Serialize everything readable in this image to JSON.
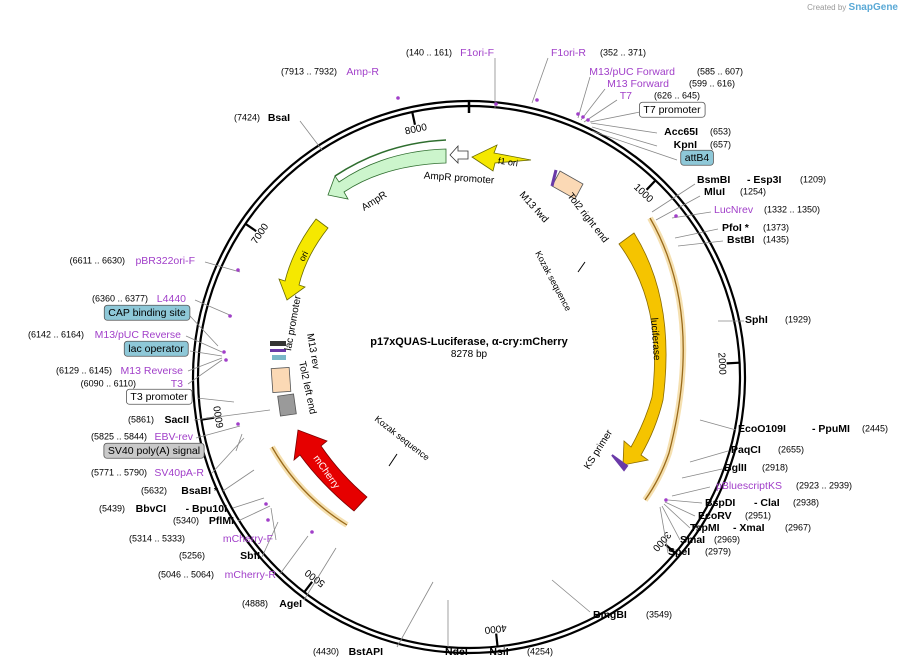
{
  "brand": {
    "prefix": "Created by",
    "name": "SnapGene"
  },
  "plasmid": {
    "name": "p17xQUAS-Luciferase, α-cry:mCherry",
    "size": "8278 bp",
    "length_bp": 8278
  },
  "colors": {
    "f1ori": "#f5e800",
    "ampr": "#ccf5cc",
    "ori": "#f5e800",
    "luciferase": "#f5c400",
    "mcherry": "#e60000",
    "feature_label": "#cc33cc",
    "highlight_box": "#8ec8d8",
    "grey_box": "#c9c9c9"
  },
  "ticks": [
    {
      "pos": 1000,
      "label": "1000"
    },
    {
      "pos": 2000,
      "label": "2000"
    },
    {
      "pos": 3000,
      "label": "3000"
    },
    {
      "pos": 4000,
      "label": "4000"
    },
    {
      "pos": 5000,
      "label": "5000"
    },
    {
      "pos": 6000,
      "label": "6000"
    },
    {
      "pos": 7000,
      "label": "7000"
    },
    {
      "pos": 8000,
      "label": "8000"
    }
  ],
  "features": {
    "f1ori": "f1 ori",
    "ampr_promoter": "AmpR promoter",
    "ampr": "AmpR",
    "ori": "ori",
    "tol2_right": "Tol2 right end",
    "m13_fwd": "M13 fwd",
    "kozak1": "Kozak sequence",
    "luciferase": "luciferase",
    "ks_primer": "KS primer",
    "mcherry": "mCherry",
    "kozak2": "Kozak sequence",
    "lac_promoter": "lac promoter",
    "m13_rev": "M13 rev",
    "tol2_left": "Tol2 left end"
  },
  "labels": [
    {
      "name": "(140 .. 161)",
      "kind": "coord"
    },
    {
      "name": "F1ori-F",
      "kind": "primer"
    },
    {
      "name": "F1ori-R",
      "kind": "primer"
    },
    {
      "name": "(352 .. 371)",
      "kind": "coord"
    },
    {
      "name": "(7913 .. 7932)",
      "kind": "coord"
    },
    {
      "name": "Amp-R",
      "kind": "primer"
    },
    {
      "name": "M13/pUC Forward",
      "kind": "primer"
    },
    {
      "name": "(585 .. 607)",
      "kind": "coord"
    },
    {
      "name": "M13 Forward",
      "kind": "primer"
    },
    {
      "name": "(599 .. 616)",
      "kind": "coord"
    },
    {
      "name": "T7",
      "kind": "primer"
    },
    {
      "name": "(626 .. 645)",
      "kind": "coord"
    },
    {
      "name": "T7 promoter",
      "kind": "boxwhite"
    },
    {
      "name": "Acc65I",
      "kind": "enzyme"
    },
    {
      "name": "(653)",
      "kind": "coord"
    },
    {
      "name": "KpnI",
      "kind": "enzyme"
    },
    {
      "name": "(657)",
      "kind": "coord"
    },
    {
      "name": "attB4",
      "kind": "boxblue"
    },
    {
      "name": "(7424)",
      "kind": "coord"
    },
    {
      "name": "BsaI",
      "kind": "enzyme"
    },
    {
      "name": "BsmBI",
      "kind": "enzyme"
    },
    {
      "name": "- Esp3I",
      "kind": "enzyme"
    },
    {
      "name": "(1209)",
      "kind": "coord"
    },
    {
      "name": "MluI",
      "kind": "enzyme"
    },
    {
      "name": "(1254)",
      "kind": "coord"
    },
    {
      "name": "LucNrev",
      "kind": "primer"
    },
    {
      "name": "(1332 .. 1350)",
      "kind": "coord"
    },
    {
      "name": "PfoI *",
      "kind": "enzyme"
    },
    {
      "name": "(1373)",
      "kind": "coord"
    },
    {
      "name": "BstBI",
      "kind": "enzyme"
    },
    {
      "name": "(1435)",
      "kind": "coord"
    },
    {
      "name": "(6611 .. 6630)",
      "kind": "coord"
    },
    {
      "name": "pBR322ori-F",
      "kind": "primer"
    },
    {
      "name": "SphI",
      "kind": "enzyme"
    },
    {
      "name": "(1929)",
      "kind": "coord"
    },
    {
      "name": "(6360 .. 6377)",
      "kind": "coord"
    },
    {
      "name": "L4440",
      "kind": "primer"
    },
    {
      "name": "CAP binding site",
      "kind": "boxblue"
    },
    {
      "name": "(6142 .. 6164)",
      "kind": "coord"
    },
    {
      "name": "M13/pUC Reverse",
      "kind": "primer"
    },
    {
      "name": "lac operator",
      "kind": "boxblue"
    },
    {
      "name": "(6129 .. 6145)",
      "kind": "coord"
    },
    {
      "name": "M13 Reverse",
      "kind": "primer"
    },
    {
      "name": "(6090 .. 6110)",
      "kind": "coord"
    },
    {
      "name": "T3",
      "kind": "primer"
    },
    {
      "name": "T3 promoter",
      "kind": "boxwhite"
    },
    {
      "name": "(5861)",
      "kind": "coord"
    },
    {
      "name": "SacII",
      "kind": "enzyme"
    },
    {
      "name": "EcoO109I",
      "kind": "enzyme"
    },
    {
      "name": "- PpuMI",
      "kind": "enzyme"
    },
    {
      "name": "(2445)",
      "kind": "coord"
    },
    {
      "name": "(5825 .. 5844)",
      "kind": "coord"
    },
    {
      "name": "EBV-rev",
      "kind": "primer"
    },
    {
      "name": "PaqCI",
      "kind": "enzyme"
    },
    {
      "name": "(2655)",
      "kind": "coord"
    },
    {
      "name": "SV40 poly(A) signal",
      "kind": "boxgrey"
    },
    {
      "name": "BglII",
      "kind": "enzyme"
    },
    {
      "name": "(2918)",
      "kind": "coord"
    },
    {
      "name": "(5771 .. 5790)",
      "kind": "coord"
    },
    {
      "name": "SV40pA-R",
      "kind": "primer"
    },
    {
      "name": "pBluescriptKS",
      "kind": "primer"
    },
    {
      "name": "(2923 .. 2939)",
      "kind": "coord"
    },
    {
      "name": "(5632)",
      "kind": "coord"
    },
    {
      "name": "BsaBI *",
      "kind": "enzyme"
    },
    {
      "name": "BspDI",
      "kind": "enzyme"
    },
    {
      "name": "- ClaI",
      "kind": "enzyme"
    },
    {
      "name": "(2938)",
      "kind": "coord"
    },
    {
      "name": "(5439)",
      "kind": "coord"
    },
    {
      "name": "BbvCI",
      "kind": "enzyme"
    },
    {
      "name": "- Bpu10I",
      "kind": "enzyme"
    },
    {
      "name": "EcoRV",
      "kind": "enzyme"
    },
    {
      "name": "(2951)",
      "kind": "coord"
    },
    {
      "name": "(5340)",
      "kind": "coord"
    },
    {
      "name": "PflMI",
      "kind": "enzyme"
    },
    {
      "name": "TspMI",
      "kind": "enzyme"
    },
    {
      "name": "- XmaI",
      "kind": "enzyme"
    },
    {
      "name": "(2967)",
      "kind": "coord"
    },
    {
      "name": "(5314 .. 5333)",
      "kind": "coord"
    },
    {
      "name": "mCherry-F",
      "kind": "primer"
    },
    {
      "name": "SmaI",
      "kind": "enzyme"
    },
    {
      "name": "(2969)",
      "kind": "coord"
    },
    {
      "name": "(5256)",
      "kind": "coord"
    },
    {
      "name": "SbfI",
      "kind": "enzyme"
    },
    {
      "name": "SpeI",
      "kind": "enzyme"
    },
    {
      "name": "(2979)",
      "kind": "coord"
    },
    {
      "name": "(5046 .. 5064)",
      "kind": "coord"
    },
    {
      "name": "mCherry-R",
      "kind": "primer"
    },
    {
      "name": "(4888)",
      "kind": "coord"
    },
    {
      "name": "AgeI",
      "kind": "enzyme"
    },
    {
      "name": "BmgBI",
      "kind": "enzyme"
    },
    {
      "name": "(3549)",
      "kind": "coord"
    },
    {
      "name": "(4430)",
      "kind": "coord"
    },
    {
      "name": "BstAPI",
      "kind": "enzyme"
    },
    {
      "name": "NdeI",
      "kind": "enzyme"
    },
    {
      "name": "- NsiI",
      "kind": "enzyme"
    },
    {
      "name": "(4254)",
      "kind": "coord"
    }
  ]
}
